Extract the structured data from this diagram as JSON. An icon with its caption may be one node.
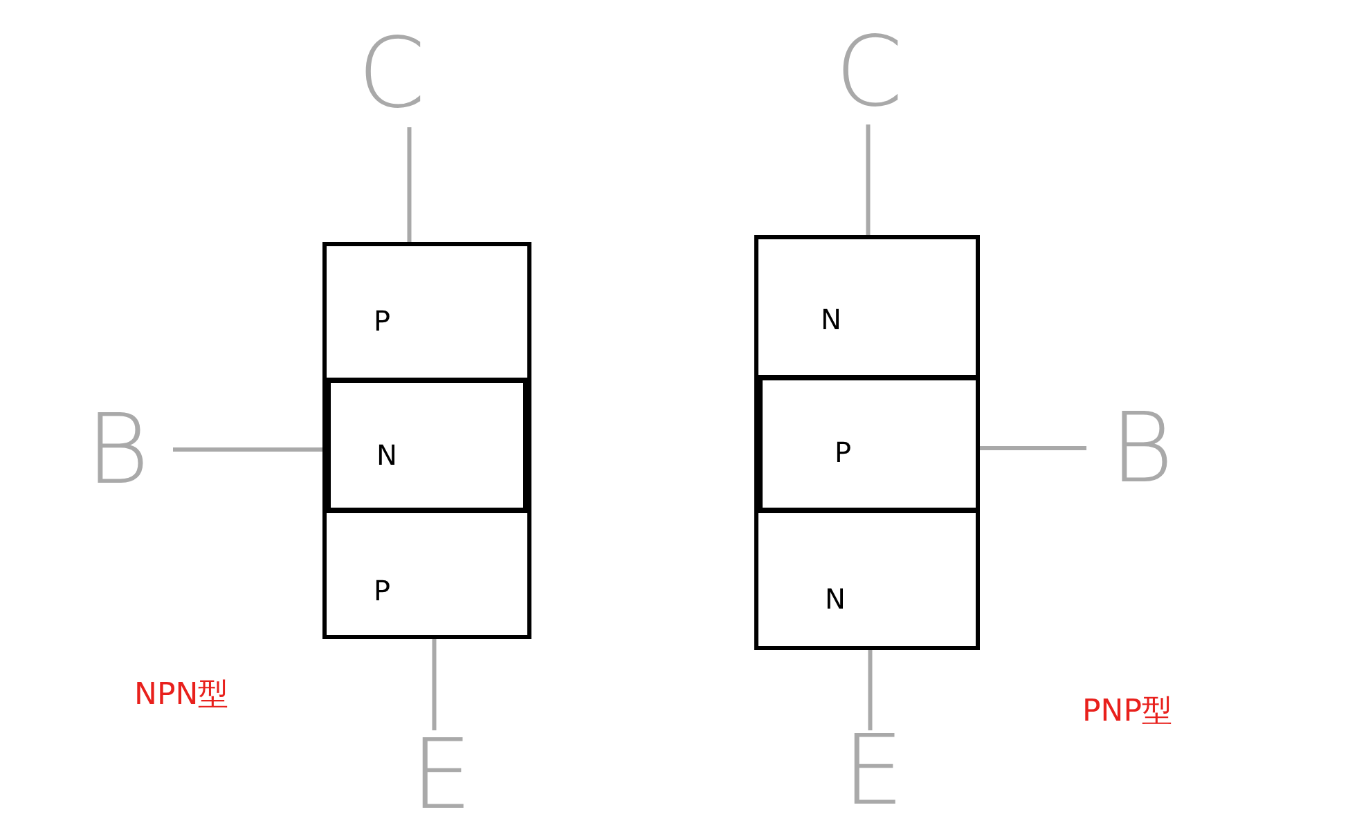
{
  "diagram": {
    "nodes": [
      {
        "text": [
          "P"
        ]
      },
      {
        "text": [
          "N"
        ]
      },
      {
        "text": [
          "P"
        ]
      },
      {
        "text": [
          "C"
        ]
      },
      {
        "text": [
          "B"
        ]
      },
      {
        "text": [
          "E"
        ]
      },
      {
        "text": [
          "N"
        ]
      },
      {
        "text": [
          "P"
        ]
      },
      {
        "text": [
          "N"
        ]
      },
      {
        "text": [
          "C"
        ]
      },
      {
        "text": [
          "B"
        ]
      },
      {
        "text": [
          "E"
        ]
      }
    ],
    "edges": [
      {
        "from": 3,
        "to": 0,
        "arrow": "none"
      },
      {
        "from": 4,
        "to": 1,
        "arrow": "none"
      },
      {
        "from": 5,
        "to": 2,
        "arrow": "none"
      },
      {
        "from": 9,
        "to": 6,
        "arrow": "none"
      },
      {
        "from": 10,
        "to": 7,
        "arrow": "none"
      },
      {
        "from": 11,
        "to": 8,
        "arrow": "none"
      }
    ],
    "labels": [
      "NPN型",
      "PNP型"
    ]
  }
}
